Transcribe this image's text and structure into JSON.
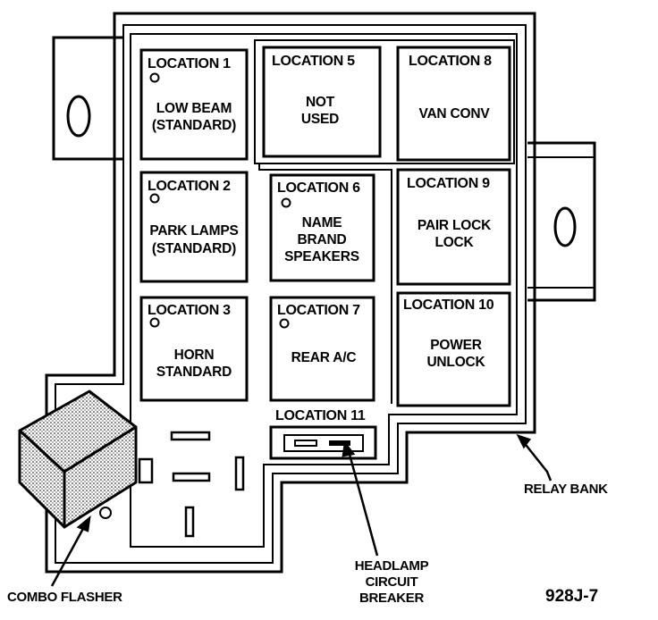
{
  "locations": [
    {
      "title": "LOCATION 1",
      "lines": [
        "LOW BEAM",
        "(STANDARD)"
      ]
    },
    {
      "title": "LOCATION 2",
      "lines": [
        "PARK LAMPS",
        "(STANDARD)"
      ]
    },
    {
      "title": "LOCATION 3",
      "lines": [
        "HORN",
        "STANDARD"
      ]
    },
    {
      "title": "LOCATION 5",
      "lines": [
        "NOT",
        "USED"
      ]
    },
    {
      "title": "LOCATION 6",
      "lines": [
        "NAME",
        "BRAND",
        "SPEAKERS"
      ]
    },
    {
      "title": "LOCATION 7",
      "lines": [
        "REAR A/C"
      ]
    },
    {
      "title": "LOCATION 8",
      "lines": [
        "VAN CONV"
      ]
    },
    {
      "title": "LOCATION 9",
      "lines": [
        "PAIR LOCK",
        "LOCK"
      ]
    },
    {
      "title": "LOCATION 10",
      "lines": [
        "POWER",
        "UNLOCK"
      ]
    },
    {
      "title": "LOCATION 11",
      "lines": []
    }
  ],
  "callouts": {
    "relay_bank": "RELAY BANK",
    "combo_flasher": "COMBO FLASHER",
    "headlamp_breaker": [
      "HEADLAMP",
      "CIRCUIT",
      "BREAKER"
    ]
  },
  "figure_id": "928J-7"
}
